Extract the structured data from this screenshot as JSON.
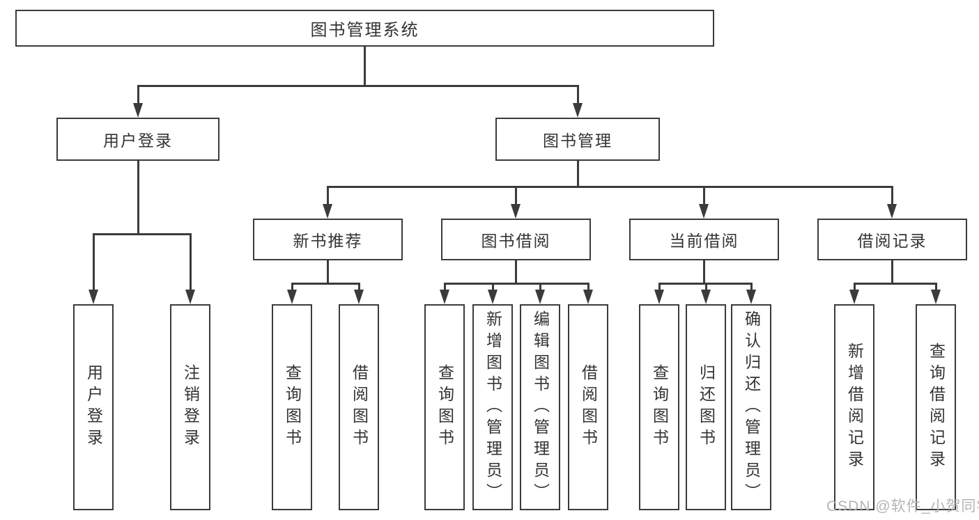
{
  "diagram": {
    "root": {
      "label": "图书管理系统"
    },
    "level2": [
      {
        "id": "user-login",
        "label": "用户登录"
      },
      {
        "id": "book-management",
        "label": "图书管理"
      }
    ],
    "level3": [
      {
        "id": "new-book-recommend",
        "label": "新书推荐"
      },
      {
        "id": "book-borrow",
        "label": "图书借阅"
      },
      {
        "id": "current-borrow",
        "label": "当前借阅"
      },
      {
        "id": "borrow-records",
        "label": "借阅记录"
      }
    ],
    "leaves": {
      "user_login": [
        "用户登录",
        "注销登录"
      ],
      "new_book_recommend": [
        "查询图书",
        "借阅图书"
      ],
      "book_borrow": [
        "查询图书",
        "新增图书（管理员）",
        "编辑图书（管理员）",
        "借阅图书"
      ],
      "current_borrow": [
        "查询图书",
        "归还图书",
        "确认归还（管理员）"
      ],
      "borrow_records": [
        "新增借阅记录",
        "查询借阅记录"
      ]
    }
  },
  "watermark": {
    "text": "CSDN @软件_小贺同学"
  },
  "colors": {
    "line": "#3b3b3b",
    "text": "#333333",
    "background": "#ffffff",
    "watermark": "#b4b4b4"
  }
}
